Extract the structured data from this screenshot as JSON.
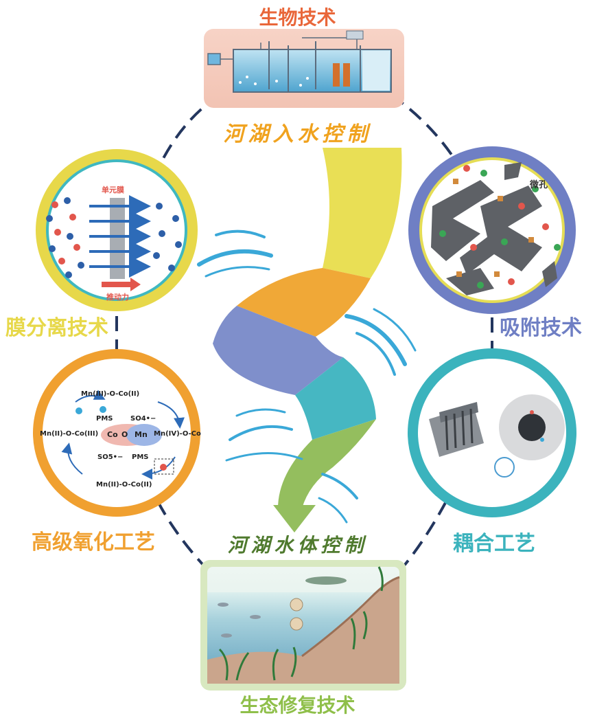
{
  "title": "生物技术",
  "inflow_caption": "河湖入水控制",
  "waterbody_caption": "河湖水体控制",
  "nodes": {
    "membrane": {
      "label": "膜分离技术",
      "inset_top": "单元膜",
      "inset_bottom": "推动力",
      "color": "#e7d84a"
    },
    "adsorption": {
      "label": "吸附技术",
      "inset_tag": "微孔",
      "color": "#6f7fc4"
    },
    "oxidation": {
      "label": "高级氧化工艺",
      "color": "#f0a030",
      "chem": {
        "top": "Mn(III)-O-Co(II)",
        "left": "Mn(II)-O-Co(III)",
        "right": "Mn(IV)-O-Co",
        "bottom": "Mn(II)-O-Co(II)",
        "pms1": "PMS",
        "so4": "SO4•−",
        "so5": "SO5•−",
        "pms2": "PMS",
        "co": "Co",
        "o": "O",
        "mn": "Mn"
      }
    },
    "coupling": {
      "label": "耦合工艺",
      "color": "#3bb3bd"
    },
    "eco": {
      "label": "生态修复技术",
      "color": "#8fbf4a"
    },
    "bio": {
      "color": "#e9673a"
    }
  },
  "colors": {
    "title": "#e9673a",
    "caption_top": "#f0a21e",
    "caption_bottom": "#4f7a2e",
    "dash": "#23365e",
    "river": [
      "#e9df55",
      "#f0a837",
      "#7f8fcb",
      "#46b7c2",
      "#94be5e"
    ],
    "wave": "#3aa8d8"
  }
}
